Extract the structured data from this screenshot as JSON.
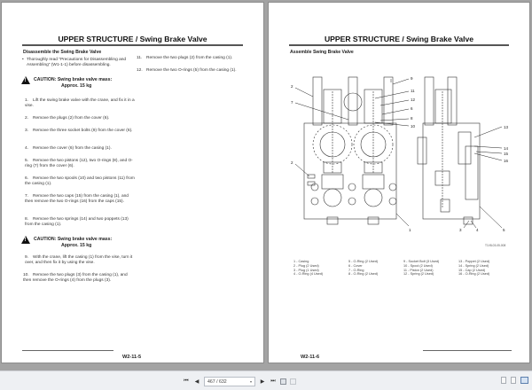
{
  "left_page": {
    "title": "UPPER STRUCTURE / Swing Brake Valve",
    "section_heading": "Disassemble the Swing Brake Valve",
    "bullet": "Thoroughly read \"Precautions for Disassembling and Assembling\" (W1-1-1) before disassembling.",
    "caution1": {
      "label": "CAUTION:",
      "line1": "Swing brake valve mass:",
      "line2": "Approx. 15 kg"
    },
    "caution2": {
      "label": "CAUTION:",
      "line1": "Swing brake valve mass:",
      "line2": "Approx. 15 kg"
    },
    "steps": [
      {
        "n": "1.",
        "text": "Lift the swing brake valve with the crane, and fix it in a vise."
      },
      {
        "n": "2.",
        "text": "Remove the plugs (2) from the cover (6)."
      },
      {
        "n": "3.",
        "text": "Remove the three socket bolts (9) from the cover (6)."
      },
      {
        "n": "4.",
        "text": "Remove the cover (6) from the casing (1)."
      },
      {
        "n": "5.",
        "text": "Remove the two pistons (12), two O-rings (8), and O-ring (7) from the cover (6)."
      },
      {
        "n": "6.",
        "text": "Remove the two spools (10) and two pistons (11) from the casing (1)."
      },
      {
        "n": "7.",
        "text": "Remove the two caps (15) from the casing (1), and then remove the two O-rings (16) from the caps (15)."
      },
      {
        "n": "8.",
        "text": "Remove the two springs (14) and two poppets (13) from the casing (1)."
      },
      {
        "n": "9.",
        "text": "With the crane, lift the casing (1) from the vise, turn it over, and then fix it by using the vise."
      },
      {
        "n": "10.",
        "text": "Remove the two plugs (3) from the casing (1), and then remove the O-rings (4) from the plugs (3)."
      },
      {
        "n": "11.",
        "text": "Remove the two plugs (2) from the casing (1)."
      },
      {
        "n": "12.",
        "text": "Remove the two O-rings (5) from the casing (1)."
      }
    ],
    "footer": "W2-11-5"
  },
  "right_page": {
    "title": "UPPER STRUCTURE / Swing Brake Valve",
    "section_heading": "Assemble Swing Brake Valve",
    "callouts": [
      "1",
      "2",
      "2",
      "3",
      "4",
      "5",
      "6",
      "7",
      "8",
      "9",
      "10",
      "11",
      "12",
      "13",
      "14",
      "15",
      "16"
    ],
    "figure_id": "T1V8-03-05-008",
    "legend": [
      [
        "1 -   Casing",
        "2 -   Plug (2 Used)",
        "3 -   Plug (1 Used)",
        "4 -   O-Ring (4 Used)"
      ],
      [
        "5 -   O-Ring (2 Used)",
        "6 -   Cover",
        "7 -   O-Ring",
        "8 -   O-Ring (2 Used)"
      ],
      [
        "9 -   Socket Bolt (3 Used)",
        "10 -  Spool (2 Used)",
        "11 -  Piston (2 Used)",
        "12 -  Spring (2 Used)"
      ],
      [
        "13 -  Poppet (2 Used)",
        "14 -  Spring (2 Used)",
        "15 -  Cap (2 Used)",
        "16 -  O-Ring (2 Used)"
      ]
    ],
    "footer": "W2-11-6"
  },
  "toolbar": {
    "first_page_icon": "first-page-icon",
    "prev_page_icon": "prev-page-icon",
    "page_field": "467 / 632",
    "next_page_icon": "next-page-icon",
    "last_page_icon": "last-page-icon",
    "glyphs": {
      "first": "⏮",
      "prev": "◀",
      "next": "▶",
      "last": "⏭",
      "caret": "▾"
    }
  }
}
